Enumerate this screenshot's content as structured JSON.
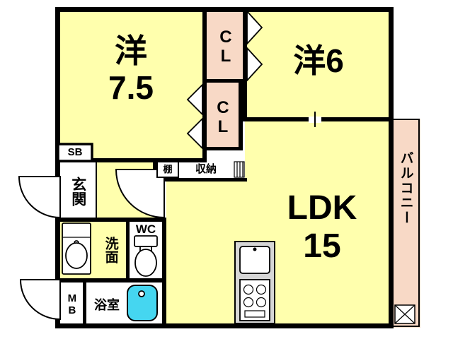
{
  "colors": {
    "room": "#FFFFAD",
    "closet": "#F8D9C6",
    "balcony": "#F8D9C6",
    "bathtub": "#45D6F0",
    "counter": "#D6D6D6",
    "wall": "#000000",
    "background": "#FFFFFF"
  },
  "rooms": {
    "west75": {
      "name": "洋",
      "size": "7.5"
    },
    "west6": {
      "label": "洋6"
    },
    "ldk": {
      "name": "LDK",
      "size": "15"
    },
    "balcony": {
      "label": "バルコニー"
    },
    "closet_top": {
      "label": "CL"
    },
    "closet_bottom": {
      "label": "CL"
    },
    "shoe_box": {
      "label": "SB"
    },
    "entrance": {
      "label": "玄関"
    },
    "shelf": {
      "label": "棚"
    },
    "storage": {
      "label": "収納"
    },
    "washroom": {
      "label": "洗面"
    },
    "toilet": {
      "label": "WC"
    },
    "meter_box": {
      "label": "MB"
    },
    "bathroom": {
      "label": "浴室"
    }
  },
  "icons": {
    "door_arc_icon": "quarter-circle",
    "folding_door_icon": "triangle",
    "washbasin_icon": "counter-with-oval-basin",
    "toilet_icon": "tank-and-bowl",
    "bathtub_icon": "rounded-blue-tub",
    "kitchen_icon": "counter-sink-stove",
    "outdoor_unit_icon": "crossed-box",
    "sliding_door_icon": "tick-mark"
  }
}
